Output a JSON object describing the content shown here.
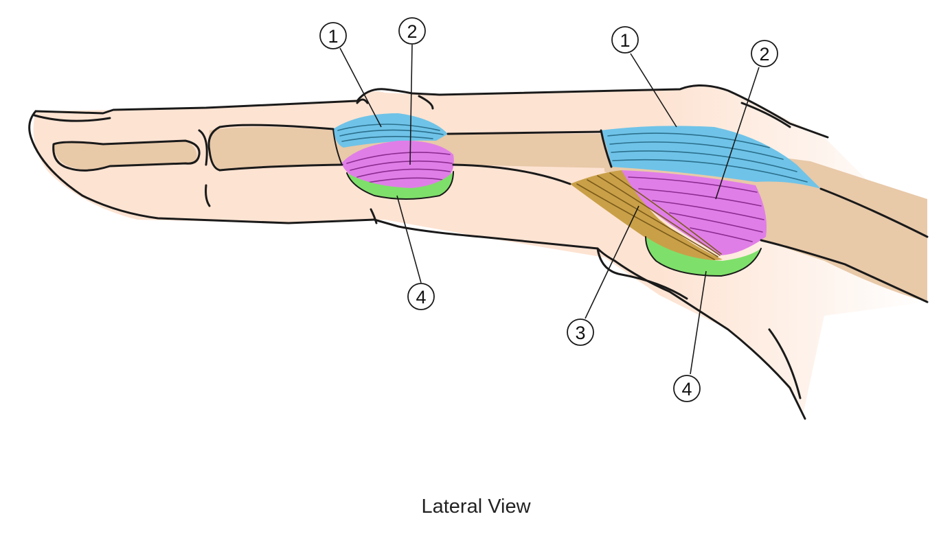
{
  "caption": "Lateral View",
  "callouts": [
    {
      "id": "c1-left",
      "label": "1"
    },
    {
      "id": "c2-left",
      "label": "2"
    },
    {
      "id": "c4-left",
      "label": "4"
    },
    {
      "id": "c1-right",
      "label": "1"
    },
    {
      "id": "c2-right",
      "label": "2"
    },
    {
      "id": "c3-right",
      "label": "3"
    },
    {
      "id": "c4-right",
      "label": "4"
    }
  ],
  "colors": {
    "skin": "#fde3d2",
    "bone": "#e8c9a8",
    "structure_1": "#6fc3e8",
    "structure_2": "#e07ee8",
    "structure_3": "#c9a048",
    "structure_4": "#7ee06a",
    "outline": "#1a1a1a"
  }
}
